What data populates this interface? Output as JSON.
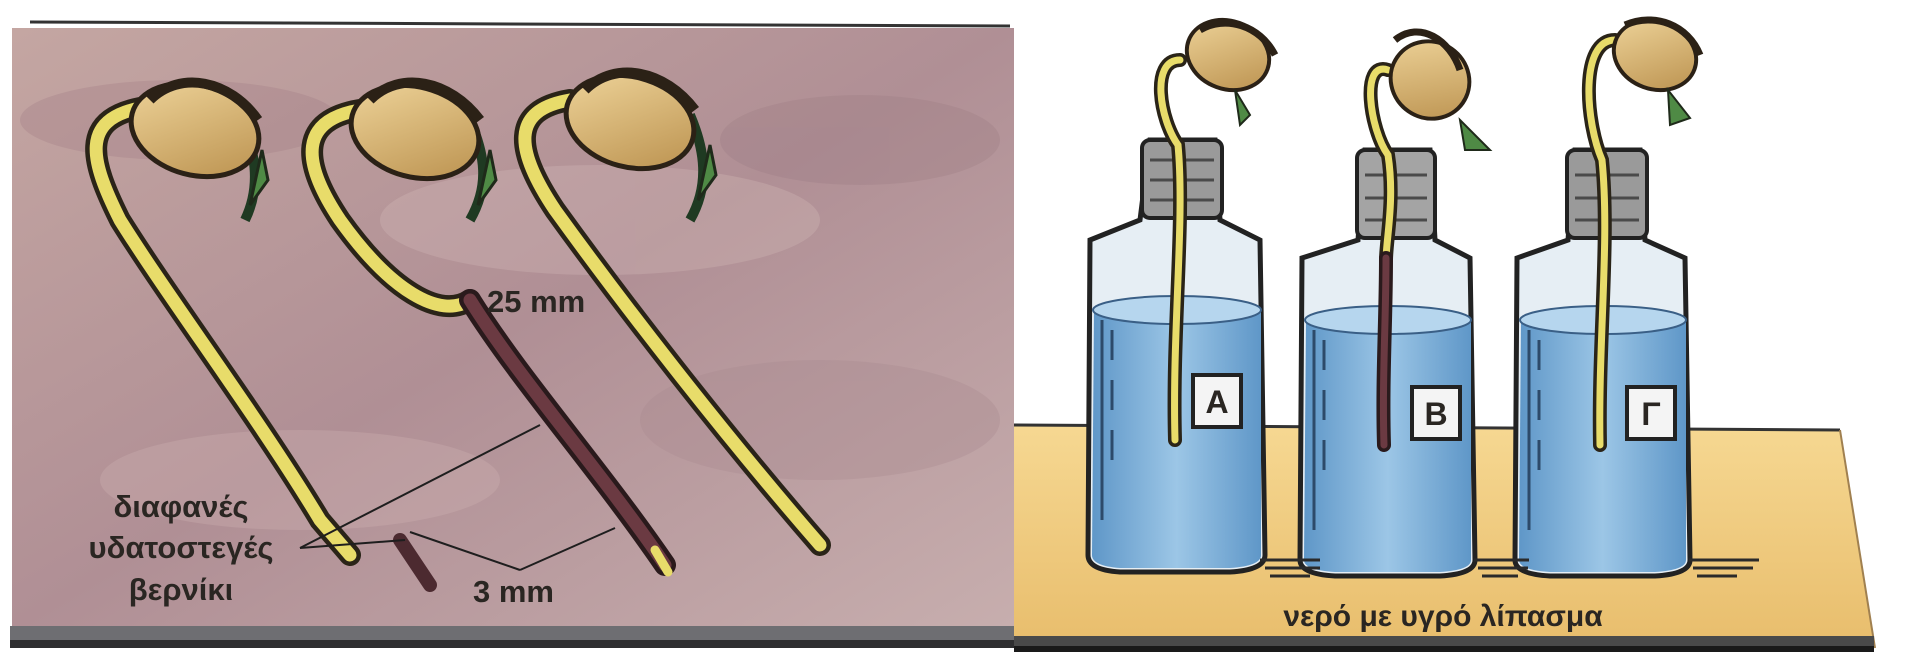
{
  "left_panel": {
    "measure_top": "25 mm",
    "measure_bottom": "3 mm",
    "varnish_label": [
      "διαφανές",
      "υδατοστεγές",
      "βερνίκι"
    ]
  },
  "right_panel": {
    "bottles": [
      {
        "label": "A"
      },
      {
        "label": "B"
      },
      {
        "label": "Γ"
      }
    ],
    "caption": "νερό με υγρό λίπασμα"
  },
  "colors": {
    "board": "#b89a9c",
    "seedling_stem": "#e8dc6a",
    "varnished_root": "#6b3a42",
    "water": "#7fb0d8",
    "shelf": "#f2cf86",
    "seed": "#e3bf7a"
  }
}
